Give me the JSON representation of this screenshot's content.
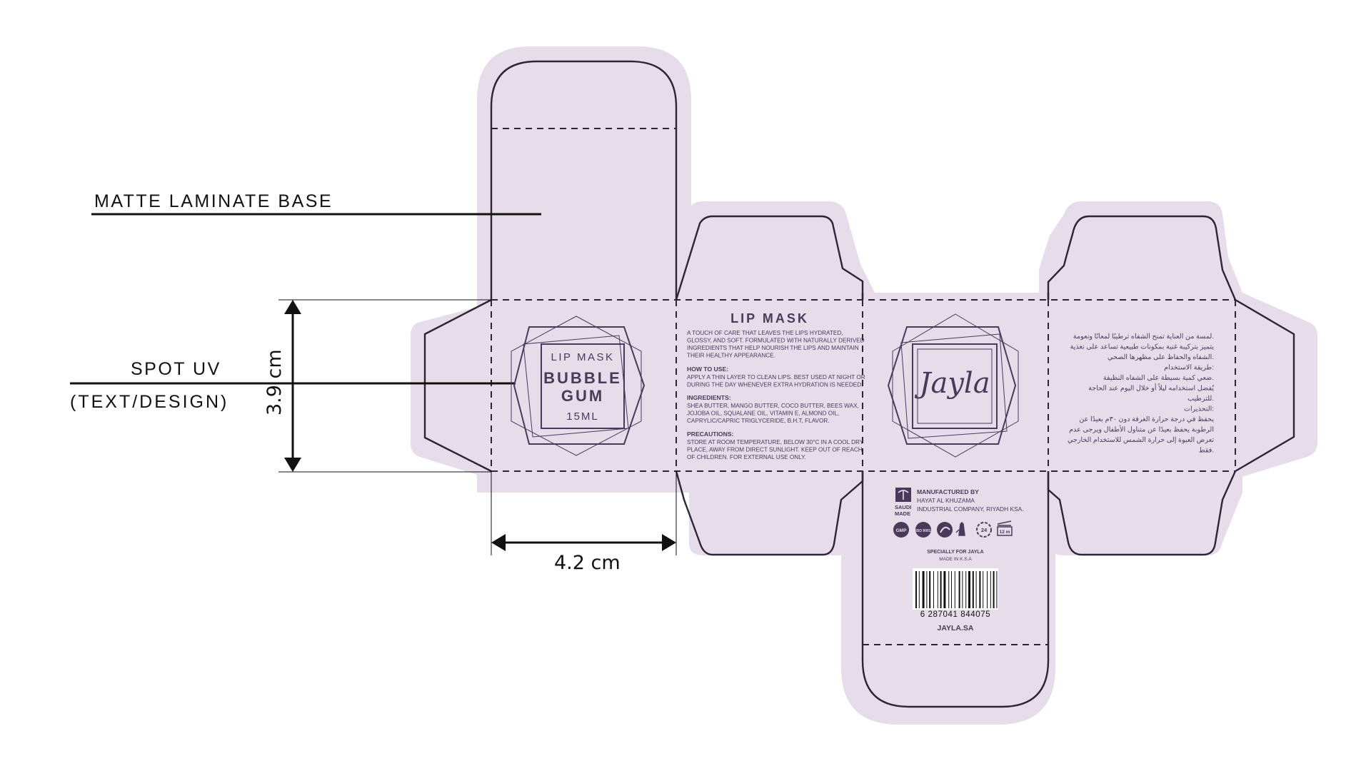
{
  "annotations": {
    "matte_label": "MATTE LAMINATE BASE",
    "spot_uv_line1": "SPOT UV",
    "spot_uv_line2": "(TEXT/DESIGN)",
    "height_dim": "3.9 cm",
    "width_dim": "4.2 cm"
  },
  "front_panel": {
    "product": "LIP MASK",
    "flavor_line1": "BUBBLE",
    "flavor_line2": "GUM",
    "volume": "15ML"
  },
  "info_panel": {
    "title": "LIP MASK",
    "description": [
      "A TOUCH OF CARE THAT LEAVES THE LIPS HYDRATED,",
      "GLOSSY, AND SOFT. FORMULATED WITH NATURALLY DERIVED",
      "INGREDIENTS THAT HELP NOURISH THE LIPS AND MAINTAIN",
      "THEIR HEALTHY APPEARANCE."
    ],
    "how_to_heading": "HOW TO USE:",
    "how_to": [
      "APPLY A THIN LAYER TO CLEAN LIPS. BEST USED AT NIGHT OR",
      "DURING THE DAY WHENEVER EXTRA HYDRATION IS NEEDED."
    ],
    "ingredients_heading": "INGREDIENTS:",
    "ingredients": [
      "SHEA BUTTER, MANGO BUTTER, COCO BUTTER, BEES WAX,",
      "JOJOBA OIL, SQUALANE OIL, VITAMIN E, ALMOND OIL,",
      "CAPRYLIC/CAPRIC TRIGLYCERIDE, B.H.T, FLAVOR."
    ],
    "precautions_heading": "PRECAUTIONS:",
    "precautions": [
      "STORE AT ROOM TEMPERATURE, BELOW 30°C IN A COOL DRY",
      "PLACE, AWAY FROM DIRECT SUNLIGHT. KEEP OUT OF REACH",
      "OF CHILDREN. FOR EXTERNAL USE ONLY."
    ]
  },
  "brand_panel": {
    "logo": "Jayla"
  },
  "arabic_panel": {
    "lines": [
      "لمسة من العناية تمنح الشفاه ترطيبًا لمعانًا ونعومة.",
      "يتميز بتركيبة غنية بمكونات طبيعية تساعد على تغذية",
      "الشفاه والحفاظ على مظهرها الصحي.",
      "طريقة الاستخدام:",
      "ضعي كمية بسيطة على الشفاه النظيفة.",
      "يُفضل استخدامه ليلاً أو خلال اليوم عند الحاجة",
      "للترطيب.",
      "التحذيرات:",
      "يحفظ في درجة حرارة الغرفة دون ٣٠م بعيدًا عن",
      "الرطوبة يحفظ بعيدًا عن متناول الأطفال ويرجى عدم",
      "تعرض العبوة إلى حرارة الشمس للاستخدام الخارجي",
      "فقط."
    ]
  },
  "bottom_panel": {
    "saudi_made_line1": "SAUDI",
    "saudi_made_line2": "MADE",
    "manufactured_by": "MANUFACTURED BY",
    "manufacturer_line1": "HAYAT AL KHUZAMA",
    "manufacturer_line2": "INDUSTRIAL COMPANY, RIYADH KSA.",
    "badge_gmp": "GMP",
    "badge_iso": "ISO 9001",
    "badge_24": "24",
    "badge_12m": "12 m",
    "specially_for": "SPECIALLY FOR JAYLA",
    "made_in": "MADE IN K.S.A",
    "barcode_number": "6 287041 844075",
    "website": "JAYLA.SA"
  },
  "colors": {
    "bleed": "#e6dcea",
    "cut_line": "#2e2438",
    "panel_text": "#4a3a5a",
    "annotation": "#111111"
  }
}
